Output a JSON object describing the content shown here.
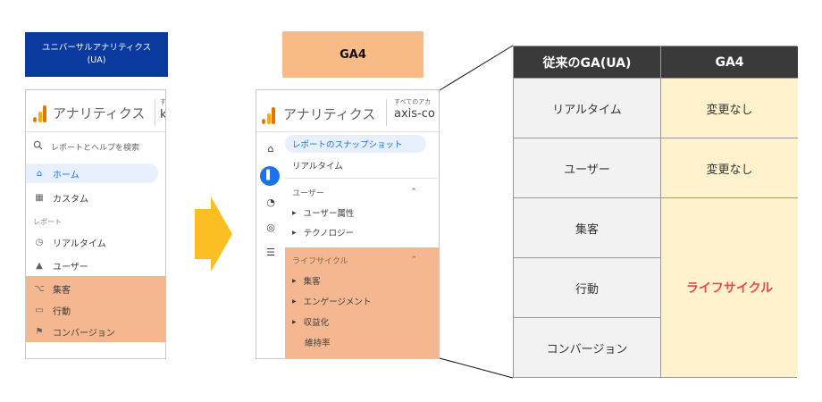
{
  "labels": {
    "ua_line1": "ユニバーサルアナリティクス",
    "ua_line2": "(UA)",
    "ga4": "GA4"
  },
  "ua_panel": {
    "app_name": "アナリティクス",
    "account_top": "す",
    "account_bottom": "k",
    "search_label": "レポートとヘルプを検索",
    "items": [
      {
        "icon": "home-icon",
        "label": "ホーム"
      },
      {
        "icon": "dashboard-icon",
        "label": "カスタム"
      }
    ],
    "section_label": "レポート",
    "report_items": [
      {
        "icon": "clock-icon",
        "label": "リアルタイム"
      },
      {
        "icon": "person-icon",
        "label": "ユーザー"
      },
      {
        "icon": "acquisition-icon",
        "label": "集客"
      },
      {
        "icon": "behavior-icon",
        "label": "行動"
      },
      {
        "icon": "flag-icon",
        "label": "コンバージョン"
      }
    ]
  },
  "ga4_panel": {
    "app_name": "アナリティクス",
    "account_top": "すべてのアカ",
    "account_bottom": "axis-co",
    "items": {
      "snapshot": "レポートのスナップショット",
      "realtime": "リアルタイム",
      "users_section": "ユーザー",
      "user_attributes": "ユーザー属性",
      "technology": "テクノロジー",
      "lifecycle_section": "ライフサイクル",
      "acquisition": "集客",
      "engagement": "エンゲージメント",
      "monetization": "収益化",
      "retention": "維持率"
    }
  },
  "table": {
    "header_left": "従来のGA(UA)",
    "header_right": "GA4",
    "rows_left": [
      "リアルタイム",
      "ユーザー",
      "集客",
      "行動",
      "コンバージョン"
    ],
    "right_same_1": "変更なし",
    "right_same_2": "変更なし",
    "right_merged": "ライフサイクル"
  },
  "colors": {
    "ua_label_bg": "#0a3a9e",
    "ga4_label_bg": "#f8bb86",
    "highlight": "#f4b78f",
    "arrow": "#fbbf24",
    "table_header": "#3a3a3a",
    "table_right": "#fff2cc",
    "lifecycle_text": "#e84a4a"
  }
}
